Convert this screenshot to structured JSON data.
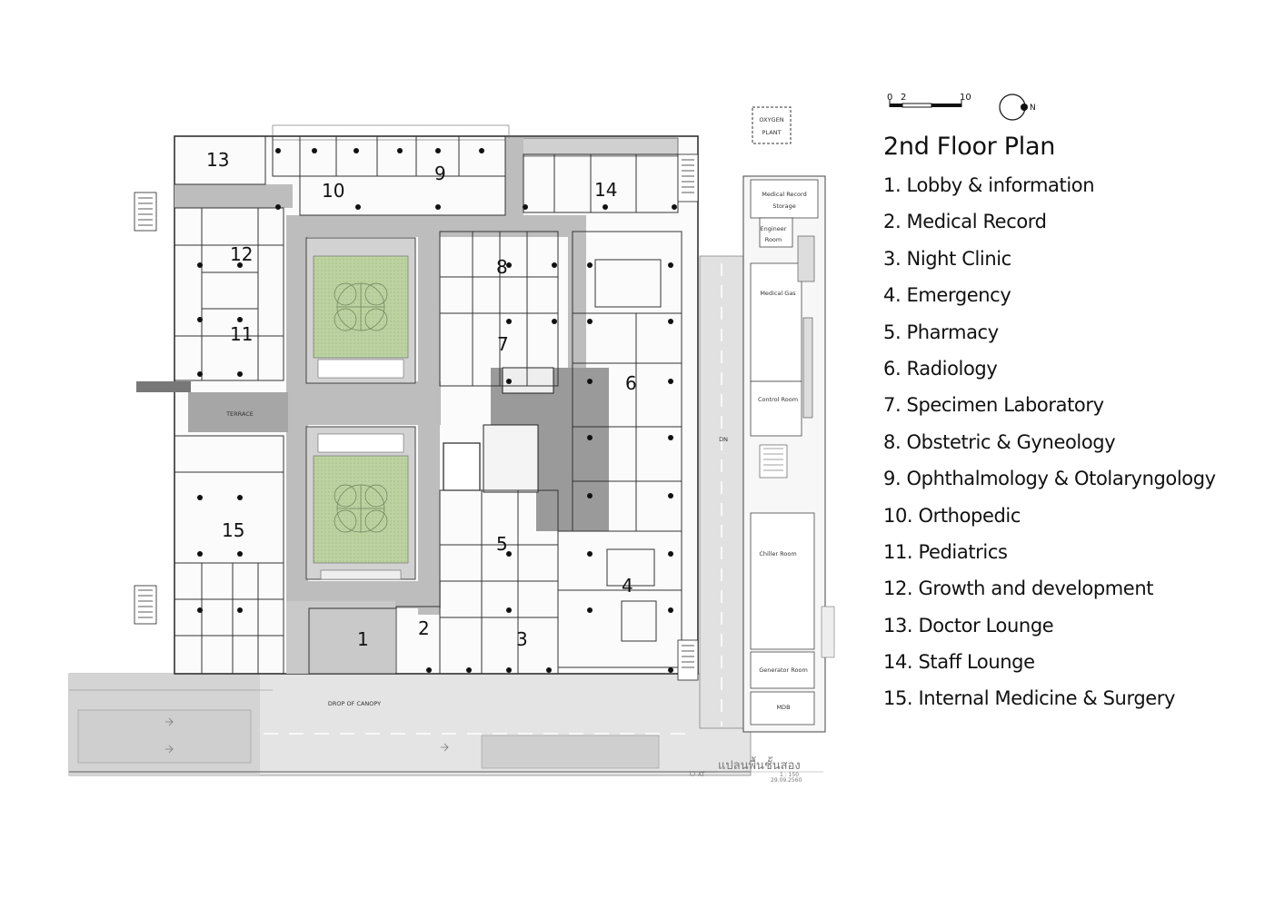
{
  "scale_bar": {
    "labels": [
      "0",
      "2",
      "10"
    ]
  },
  "north_arrow": {
    "label": "N"
  },
  "legend": {
    "title": "2nd Floor Plan",
    "items": [
      "1. Lobby & information",
      "2. Medical Record",
      "3. Night Clinic",
      "4. Emergency",
      "5. Pharmacy",
      "6. Radiology",
      "7. Specimen Laboratory",
      "8. Obstetric & Gyneology",
      "9. Ophthalmology & Otolaryngology",
      "10. Orthopedic",
      "11. Pediatrics",
      "12. Growth and development",
      "13. Doctor Lounge",
      "14. Staff Lounge",
      "15. Internal Medicine & Surgery"
    ]
  },
  "zone_numbers": {
    "z1": "1",
    "z2": "2",
    "z3": "3",
    "z4": "4",
    "z5": "5",
    "z6": "6",
    "z7": "7",
    "z8": "8",
    "z9": "9",
    "z10": "10",
    "z11": "11",
    "z12": "12",
    "z13": "13",
    "z14": "14",
    "z15": "15"
  },
  "plan_labels": {
    "oxygen_line1": "OXYGEN",
    "oxygen_line2": "PLANT",
    "terrace": "TERRACE",
    "canopy": "DROP OF CANOPY",
    "dn": "DN",
    "mr_storage_1": "Medical Record",
    "mr_storage_2": "Storage",
    "engineer_1": "Engineer",
    "engineer_2": "Room",
    "medical_gas": "Medical Gas",
    "control_room": "Control Room",
    "chiller_room": "Chiller Room",
    "generator_room": "Generator Room",
    "mdb": "MDB",
    "thai_title": "แปลนพื้นชั้นสอง",
    "plan_scale": "1 : 150",
    "plan_date": "29.09.2560",
    "at_mark": "AT"
  },
  "colors": {
    "corridor": "#b8b8b8",
    "core": "#9a9a9a",
    "courtyard": "#b5cc9a",
    "road": "#e6e6e6",
    "line": "#555555"
  }
}
